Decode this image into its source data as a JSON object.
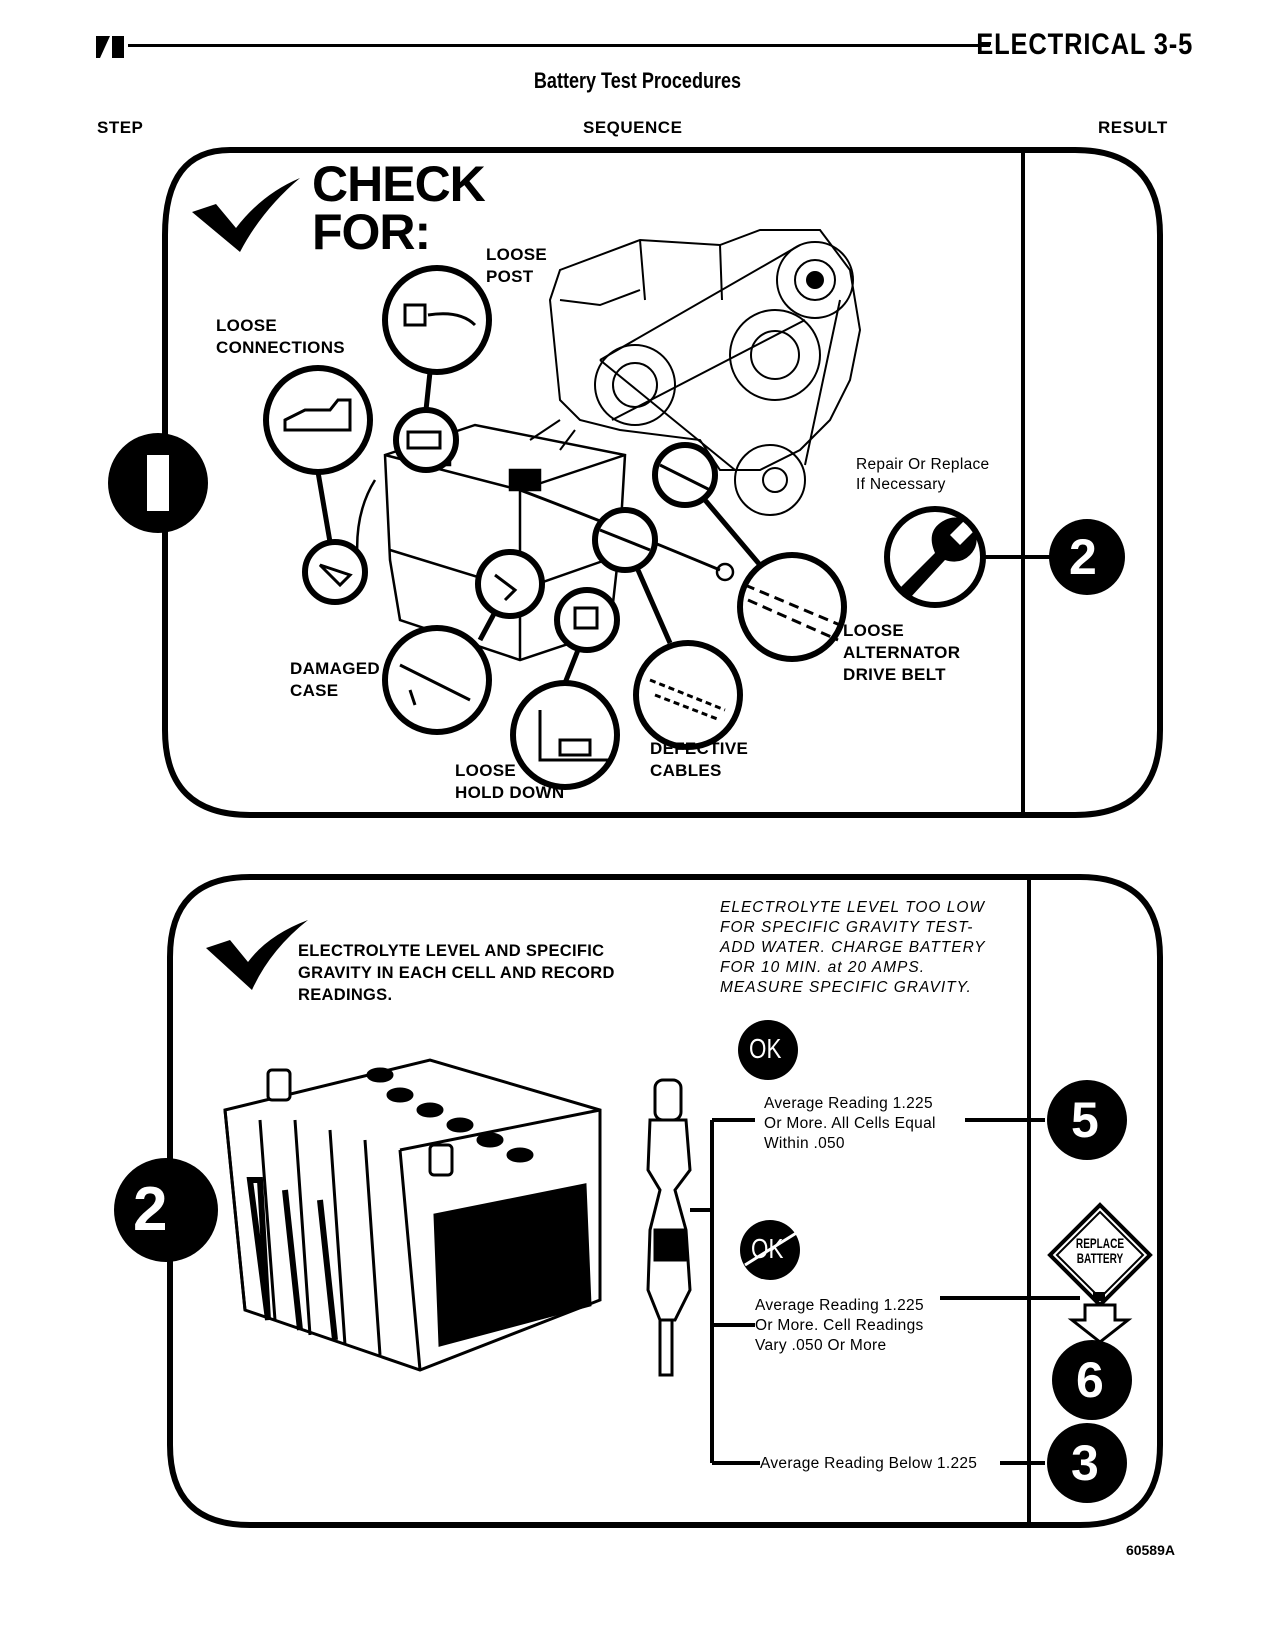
{
  "header": {
    "section_title": "ELECTRICAL 3-5",
    "page_title": "Battery Test Procedures"
  },
  "columns": {
    "step": "STEP",
    "sequence": "SEQUENCE",
    "result": "RESULT"
  },
  "step1": {
    "number": "1",
    "heading_line1": "CHECK",
    "heading_line2": "FOR:",
    "labels": {
      "loose_post": [
        "LOOSE",
        "POST"
      ],
      "loose_connections": [
        "LOOSE",
        "CONNECTIONS"
      ],
      "damaged_case": [
        "DAMAGED",
        "CASE"
      ],
      "loose_hold_down": [
        "LOOSE",
        "HOLD DOWN"
      ],
      "defective_cables": [
        "DEFECTIVE",
        "CABLES"
      ],
      "loose_belt": [
        "LOOSE",
        "ALTERNATOR",
        "DRIVE BELT"
      ]
    },
    "result_text": [
      "Repair Or Replace",
      "If Necessary"
    ],
    "result_step": "2",
    "icons": [
      "checkmark-icon",
      "wrench-icon"
    ]
  },
  "step2": {
    "number": "2",
    "instruction": [
      "ELECTROLYTE LEVEL AND SPECIFIC",
      "GRAVITY IN EACH CELL AND RECORD",
      "READINGS."
    ],
    "low_level_note": [
      "ELECTROLYTE LEVEL TOO LOW",
      "FOR SPECIFIC GRAVITY TEST-",
      "ADD WATER. CHARGE BATTERY",
      "FOR 10 MIN. at 20 AMPS.",
      "MEASURE SPECIFIC GRAVITY."
    ],
    "ok_badge": "OK",
    "not_ok_badge": "OK",
    "outcomes": [
      {
        "text": [
          "Average Reading 1.225",
          "Or More. All Cells Equal",
          "Within .050"
        ],
        "next_step": "5"
      },
      {
        "text": [
          "Average Reading 1.225",
          "Or More. Cell Readings",
          "Vary .050 Or More"
        ],
        "next_step": "6"
      },
      {
        "text": [
          "Average Reading Below 1.225"
        ],
        "next_step": "3"
      }
    ],
    "replace_sign": [
      "REPLACE",
      "BATTERY"
    ]
  },
  "footer": {
    "figure_code": "60589A"
  }
}
